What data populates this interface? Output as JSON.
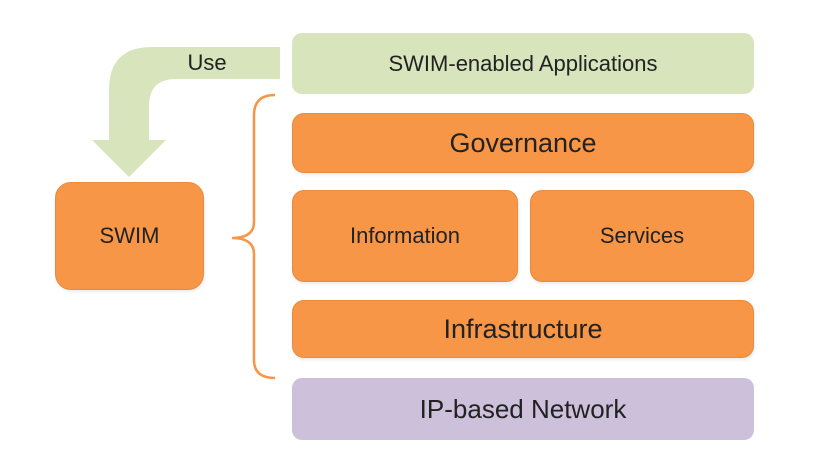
{
  "diagram": {
    "arrow_label": "Use",
    "applications_label": "SWIM-enabled Applications",
    "governance_label": "Governance",
    "information_label": "Information",
    "services_label": "Services",
    "infrastructure_label": "Infrastructure",
    "network_label": "IP-based Network",
    "swim_label": "SWIM"
  },
  "colors": {
    "applications_fill": "#d8e4bc",
    "swim_components_fill": "#f79646",
    "network_fill": "#ccc0da",
    "arrow_fill": "#d8e4bc",
    "bracket_stroke": "#f79646"
  }
}
